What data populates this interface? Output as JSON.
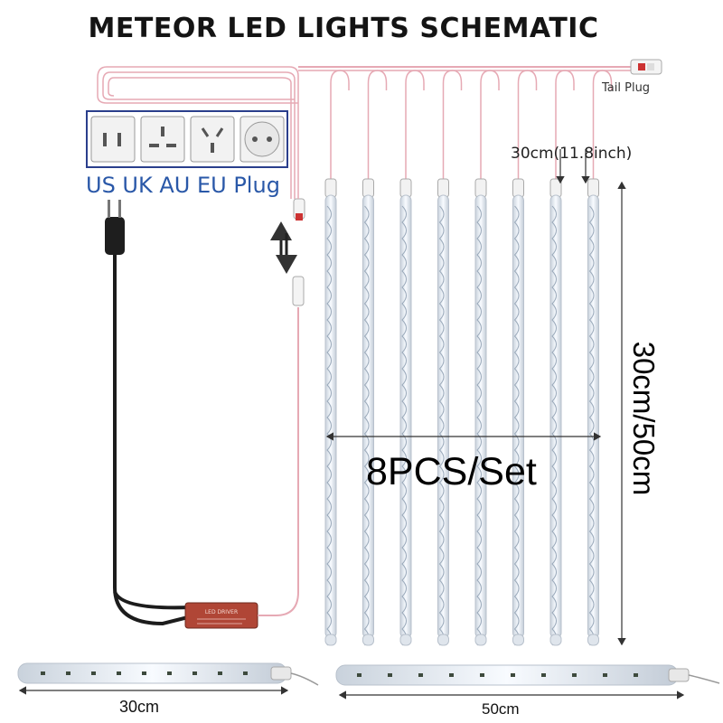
{
  "title": "METEOR LED LIGHTS SCHEMATIC",
  "plug_types_label": "US UK AU EU Plug",
  "plug_types": [
    "US",
    "UK",
    "AU",
    "EU"
  ],
  "tail_plug_label": "Tail Plug",
  "tube_spacing_label": "30cm(11.8inch)",
  "tube_count_label": "8PCS/Set",
  "tube_height_label": "30cm/50cm",
  "length_option_short_label": "30cm",
  "length_option_long_label": "50cm",
  "tube_count": 8,
  "colors": {
    "wire_pink": "#e6a9b4",
    "power_cord": "#1c1c1c",
    "tube_body": "#eef2f7",
    "led_glow": "#dfe8f8",
    "plug_box_border": "#2a3f8c",
    "plug_label": "#2a58a8",
    "driver_box": "#b04636"
  }
}
